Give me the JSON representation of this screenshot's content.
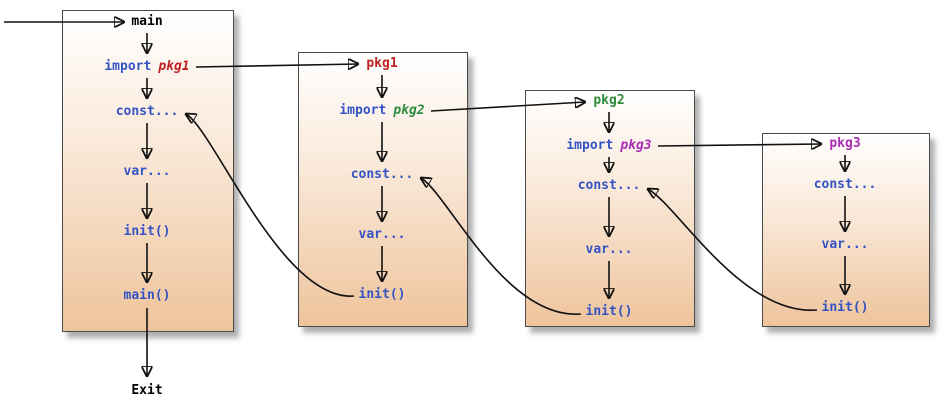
{
  "boxes": [
    {
      "title": "main",
      "import": {
        "keyword": "import",
        "package": "pkg1"
      },
      "items": [
        "const...",
        "var...",
        "init()",
        "main()"
      ]
    },
    {
      "title": "pkg1",
      "import": {
        "keyword": "import",
        "package": "pkg2"
      },
      "items": [
        "const...",
        "var...",
        "init()"
      ]
    },
    {
      "title": "pkg2",
      "import": {
        "keyword": "import",
        "package": "pkg3"
      },
      "items": [
        "const...",
        "var...",
        "init()"
      ]
    },
    {
      "title": "pkg3",
      "items": [
        "const...",
        "var...",
        "init()"
      ]
    }
  ],
  "exit_label": "Exit",
  "colors": {
    "keyword_blue": "#3353c4",
    "statement_blue": "#3353c4",
    "pkg1_red": "#c02020",
    "pkg2_green": "#2e8b3c",
    "pkg3_purple": "#a82cb4",
    "arrow_black": "#111111",
    "box_gradient_top": "#ffffff",
    "box_gradient_bottom": "#eec49c"
  }
}
